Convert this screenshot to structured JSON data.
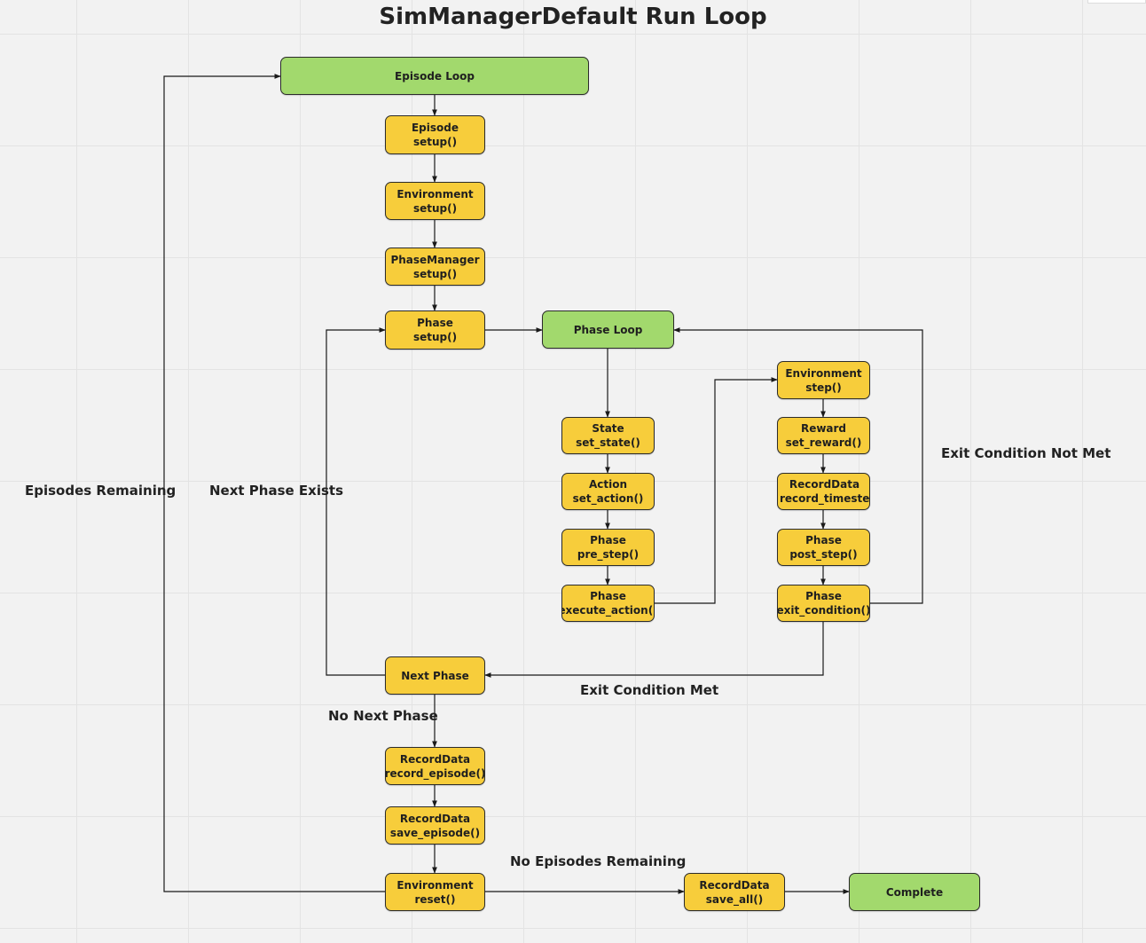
{
  "title": "SimManagerDefault Run Loop",
  "colors": {
    "process": "#f7cd3b",
    "loop": "#a2d96d",
    "line": "#1a1a1a"
  },
  "nodes": {
    "episode_loop": {
      "line1": "Episode Loop"
    },
    "episode_setup": {
      "line1": "Episode",
      "line2": "setup()"
    },
    "environment_setup": {
      "line1": "Environment",
      "line2": "setup()"
    },
    "phasemanager_setup": {
      "line1": "PhaseManager",
      "line2": "setup()"
    },
    "phase_setup": {
      "line1": "Phase",
      "line2": "setup()"
    },
    "phase_loop": {
      "line1": "Phase Loop"
    },
    "state_set_state": {
      "line1": "State",
      "line2": "set_state()"
    },
    "action_set_action": {
      "line1": "Action",
      "line2": "set_action()"
    },
    "phase_pre_step": {
      "line1": "Phase",
      "line2": "pre_step()"
    },
    "phase_execute_action": {
      "line1": "Phase",
      "line2": "execute_action()"
    },
    "environment_step": {
      "line1": "Environment",
      "line2": "step()"
    },
    "reward_set_reward": {
      "line1": "Reward",
      "line2": "set_reward()"
    },
    "recorddata_record_timestep": {
      "line1": "RecordData",
      "line2": "record_timestep("
    },
    "phase_post_step": {
      "line1": "Phase",
      "line2": "post_step()"
    },
    "phase_exit_condition": {
      "line1": "Phase",
      "line2": "exit_condition()"
    },
    "next_phase": {
      "line1": "Next Phase"
    },
    "recorddata_record_episode": {
      "line1": "RecordData",
      "line2": "record_episode()"
    },
    "recorddata_save_episode": {
      "line1": "RecordData",
      "line2": "save_episode()"
    },
    "environment_reset": {
      "line1": "Environment",
      "line2": "reset()"
    },
    "recorddata_save_all": {
      "line1": "RecordData",
      "line2": "save_all()"
    },
    "complete": {
      "line1": "Complete"
    }
  },
  "edge_labels": {
    "episodes_remaining": "Episodes Remaining",
    "next_phase_exists": "Next Phase Exists",
    "exit_condition_not_met": "Exit Condition Not Met",
    "exit_condition_met": "Exit Condition Met",
    "no_next_phase": "No Next Phase",
    "no_episodes_remaining": "No Episodes Remaining"
  }
}
